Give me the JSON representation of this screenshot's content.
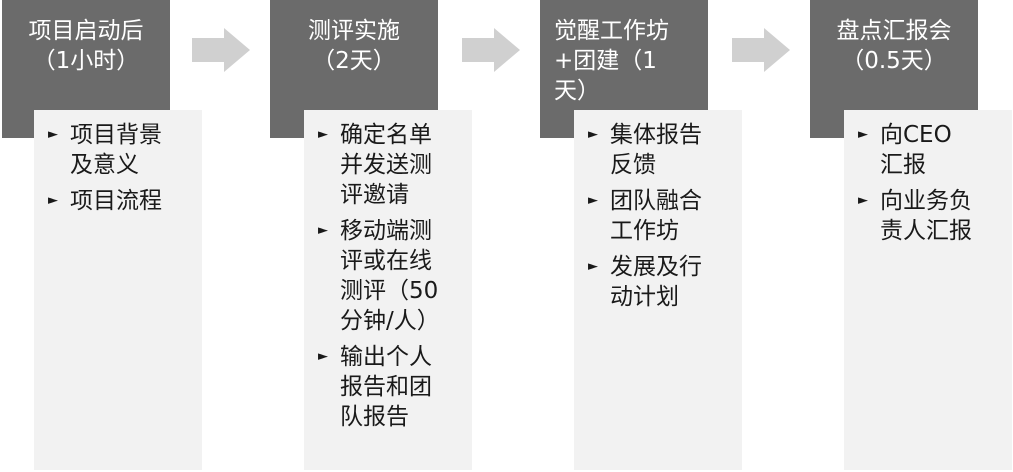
{
  "colors": {
    "header_bg": "#6b6b6b",
    "body_bg": "#f2f2f2",
    "arrow": "#d0d0d0"
  },
  "stages": [
    {
      "header_lines": [
        "项目启动后",
        "（1小时）"
      ],
      "items": [
        {
          "lines": [
            "项目背景",
            "及意义"
          ]
        },
        {
          "lines": [
            "项目流程"
          ]
        }
      ]
    },
    {
      "header_lines": [
        "测评实施",
        "（2天）"
      ],
      "items": [
        {
          "lines": [
            "确定名单",
            "并发送测",
            "评邀请"
          ]
        },
        {
          "lines": [
            "移动端测",
            "评或在线",
            "测评（50",
            "分钟/人）"
          ]
        },
        {
          "lines": [
            "输出个人",
            "报告和团",
            "队报告"
          ]
        }
      ]
    },
    {
      "header_lines": [
        "觉醒工作坊",
        "+团建（1",
        "天）"
      ],
      "items": [
        {
          "lines": [
            "集体报告",
            "反馈"
          ]
        },
        {
          "lines": [
            "团队融合",
            "工作坊"
          ]
        },
        {
          "lines": [
            "发展及行",
            "动计划"
          ]
        }
      ]
    },
    {
      "header_lines": [
        "盘点汇报会",
        "（0.5天）"
      ],
      "items": [
        {
          "lines": [
            "向CEO",
            "汇报"
          ]
        },
        {
          "lines": [
            "向业务负",
            "责人汇报"
          ]
        }
      ]
    }
  ]
}
